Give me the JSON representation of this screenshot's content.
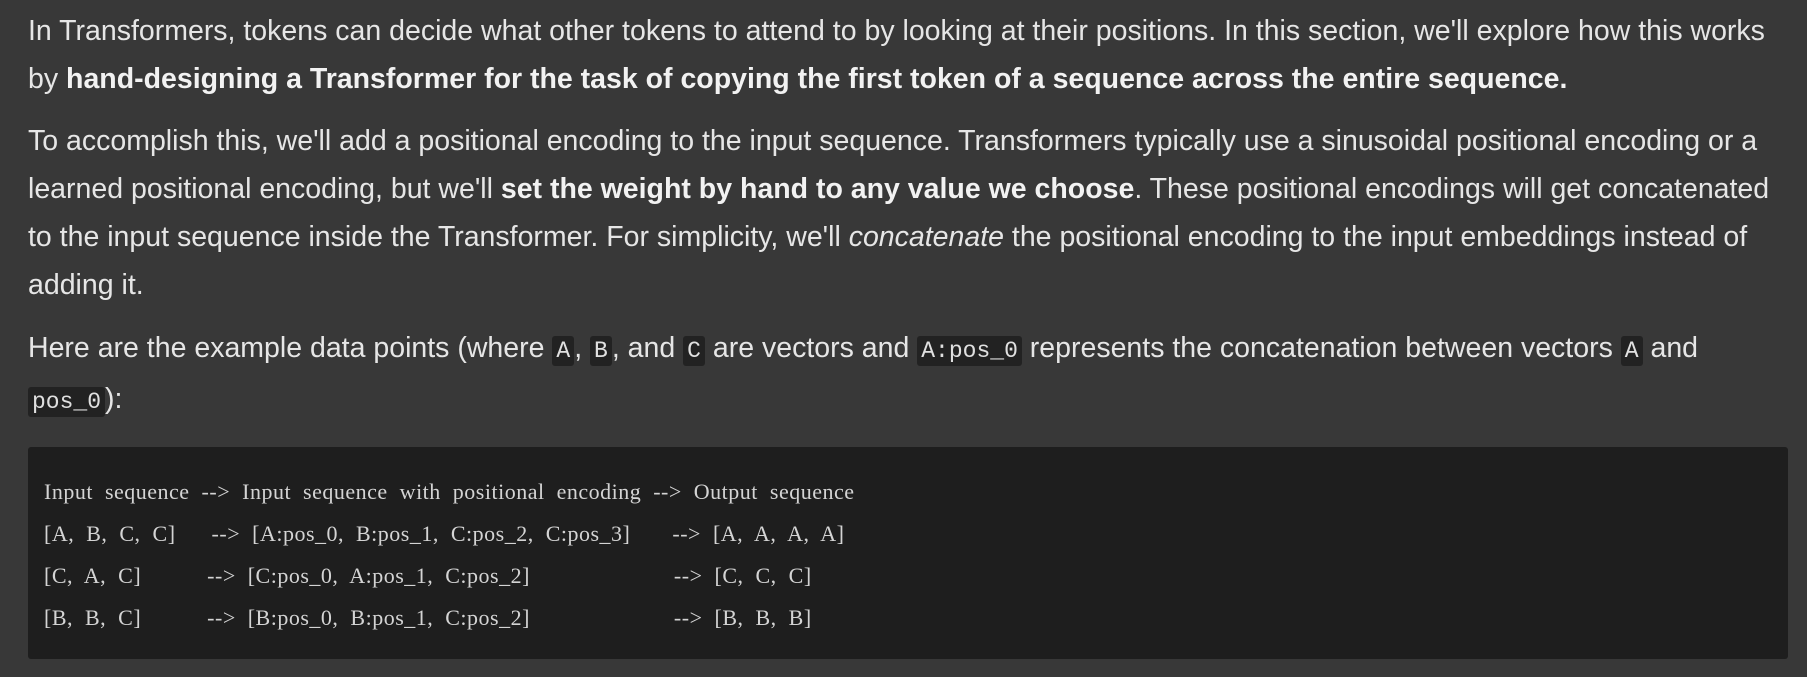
{
  "p1": {
    "t1": "In Transformers, tokens can decide what other tokens to attend to by looking at their positions. In this section, we'll explore how this works by ",
    "b1": "hand-designing a Transformer for the task of copying the first token of a sequence across the entire sequence."
  },
  "p2": {
    "t1": "To accomplish this, we'll add a positional encoding to the input sequence. Transformers typically use a sinusoidal positional encoding or a learned positional encoding, but we'll ",
    "b1": "set the weight by hand to any value we choose",
    "t2": ". These positional encodings will get concatenated to the input sequence inside the Transformer. For simplicity, we'll ",
    "i1": "concatenate",
    "t3": " the positional encoding to the input embeddings instead of adding it."
  },
  "p3": {
    "t1": "Here are the example data points (where ",
    "c1": "A",
    "t2": ", ",
    "c2": "B",
    "t3": ", and ",
    "c3": "C",
    "t4": " are vectors and ",
    "c4": "A:pos_0",
    "t5": " represents the concatenation between vectors ",
    "c5": "A",
    "t6": " and ",
    "c6": "pos_0",
    "t7": "):"
  },
  "code": {
    "lines": [
      "Input  sequence  -->  Input  sequence  with  positional  encoding  -->  Output  sequence",
      "[A,  B,  C,  C]      -->  [A:pos_0,  B:pos_1,  C:pos_2,  C:pos_3]       -->  [A,  A,  A,  A]",
      "[C,  A,  C]           -->  [C:pos_0,  A:pos_1,  C:pos_2]                        -->  [C,  C,  C]",
      "[B,  B,  C]           -->  [B:pos_0,  B:pos_1,  C:pos_2]                        -->  [B,  B,  B]"
    ]
  }
}
